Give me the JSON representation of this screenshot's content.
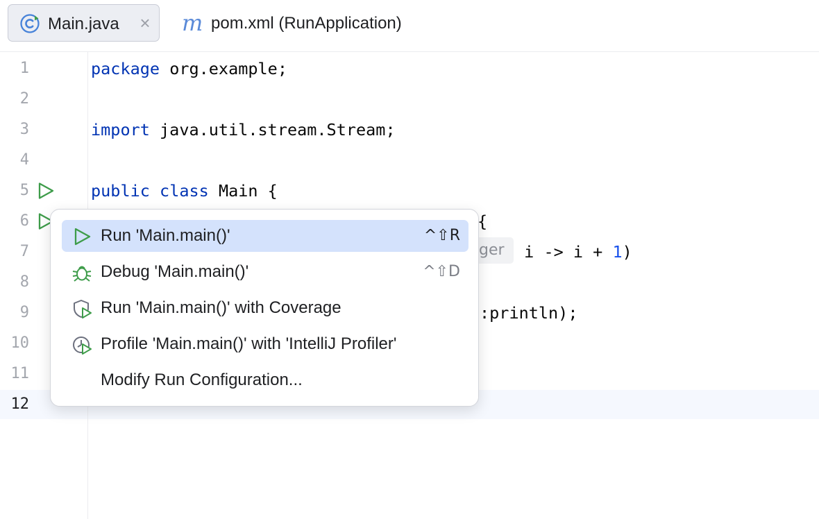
{
  "tabs": [
    {
      "label": "Main.java",
      "icon": "java-class-icon",
      "active": true,
      "close": "×"
    },
    {
      "label": "pom.xml (RunApplication)",
      "icon": "maven-m-icon",
      "icon_glyph": "m",
      "active": false
    }
  ],
  "editor": {
    "line_numbers": [
      "1",
      "2",
      "3",
      "4",
      "5",
      "6",
      "7",
      "8",
      "9",
      "10",
      "11",
      "12"
    ],
    "current_line": "12",
    "lines": {
      "l1_kw": "package",
      "l1_rest": " org.example;",
      "l3_kw": "import",
      "l3_rest": " java.util.stream.Stream;",
      "l5_kw1": "public",
      "l5_kw2": "class",
      "l5_rest": " Main {",
      "l6_tail": "{",
      "l7_hint": "ger",
      "l7_tail_a": " i -> i + ",
      "l7_num": "1",
      "l7_tail_b": ")",
      "l9_tail": ":println);"
    }
  },
  "popup": {
    "items": [
      {
        "label": "Run 'Main.main()'",
        "shortcut": "^⇧R",
        "icon": "run-icon",
        "selected": true
      },
      {
        "label": "Debug 'Main.main()'",
        "shortcut": "^⇧D",
        "icon": "debug-icon",
        "selected": false
      },
      {
        "label": "Run 'Main.main()' with Coverage",
        "shortcut": "",
        "icon": "coverage-icon",
        "selected": false
      },
      {
        "label": "Profile 'Main.main()' with 'IntelliJ Profiler'",
        "shortcut": "",
        "icon": "profiler-icon",
        "selected": false
      },
      {
        "label": "Modify Run Configuration...",
        "shortcut": "",
        "icon": "",
        "selected": false
      }
    ]
  },
  "colors": {
    "keyword": "#0033b3",
    "number": "#1750eb",
    "run_green": "#3e9c4a",
    "selection": "#d4e2fc"
  }
}
